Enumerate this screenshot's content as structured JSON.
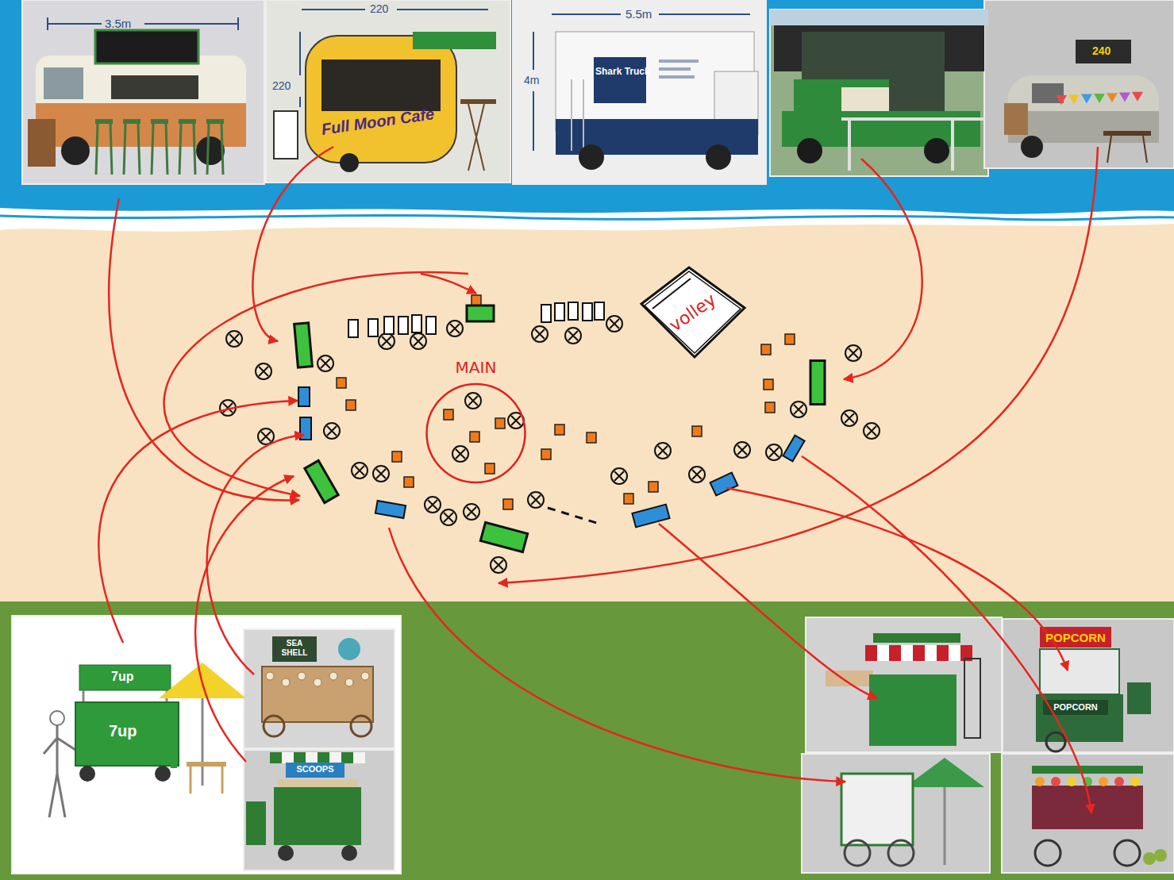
{
  "diagram": {
    "nodes": [
      {
        "text": [
          "MAIN"
        ]
      },
      {
        "text": [
          "volley"
        ]
      }
    ],
    "labels": [
      "3.5m",
      "220",
      "220",
      "Full Moon Cafe",
      "5.5m",
      "4m",
      "Shark Truck",
      "240",
      "7up",
      "7up",
      "SEA SHELL",
      "SCOOPS",
      "POPCORN",
      "POPCORN"
    ]
  }
}
